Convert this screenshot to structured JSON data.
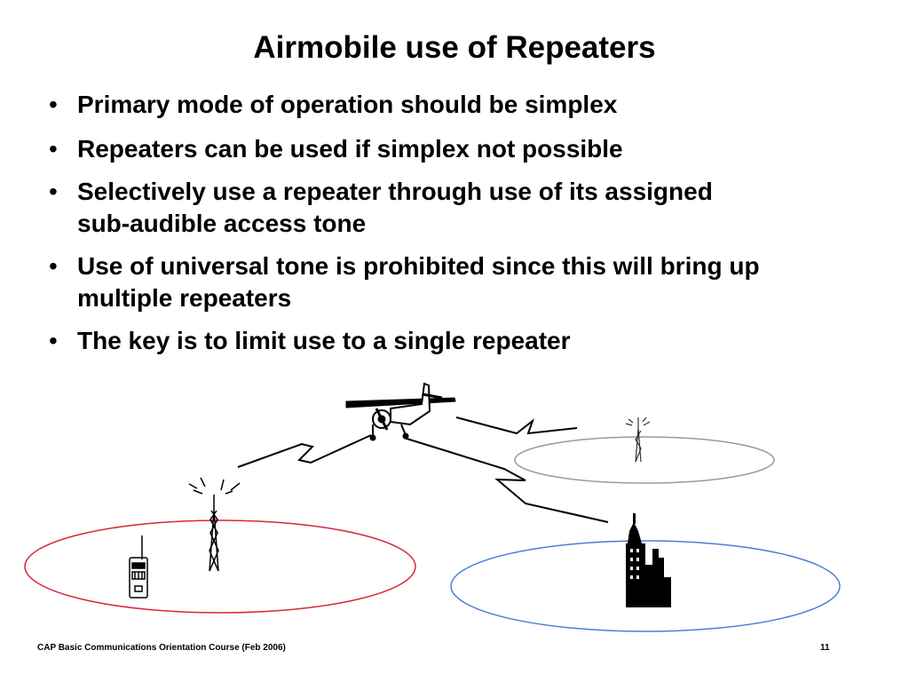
{
  "slide": {
    "title": "Airmobile use of Repeaters",
    "bullet_char": "•",
    "bullets": [
      "Primary mode of operation should be simplex",
      "Repeaters can be used if simplex not possible",
      "Selectively use a repeater through use of its assigned sub-audible access tone",
      "Use of universal tone is prohibited since this will bring up multiple repeaters",
      "The key is to limit use to a single repeater"
    ]
  },
  "diagram": {
    "icons": [
      "airplane-icon",
      "radio-tower-icon",
      "handheld-radio-icon",
      "skyscraper-icon"
    ],
    "coverage_colors": {
      "left": "#d9263a",
      "top_right": "#999999",
      "bottom_right": "#4a7fd4"
    }
  },
  "footer": {
    "course": "CAP Basic Communications Orientation Course (Feb 2006)",
    "page_number": "11"
  }
}
